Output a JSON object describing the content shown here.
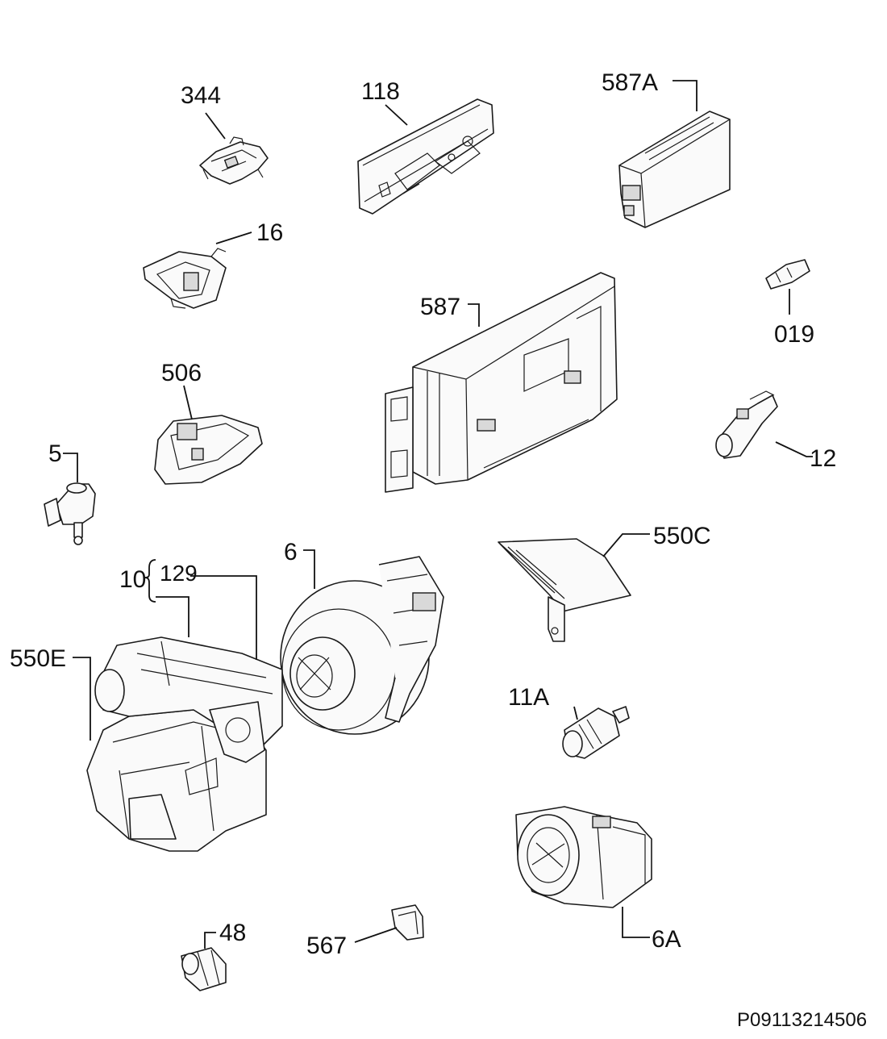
{
  "diagram_id": "P09113214506",
  "labels": {
    "l344": "344",
    "l118": "118",
    "l587A": "587A",
    "l16": "16",
    "l019": "019",
    "l587": "587",
    "l506": "506",
    "l5": "5",
    "l12": "12",
    "l550C": "550C",
    "l6": "6",
    "l10": "10",
    "l129": "129",
    "l550E": "550E",
    "l11A": "11A",
    "l48": "48",
    "l567": "567",
    "l6A": "6A"
  }
}
